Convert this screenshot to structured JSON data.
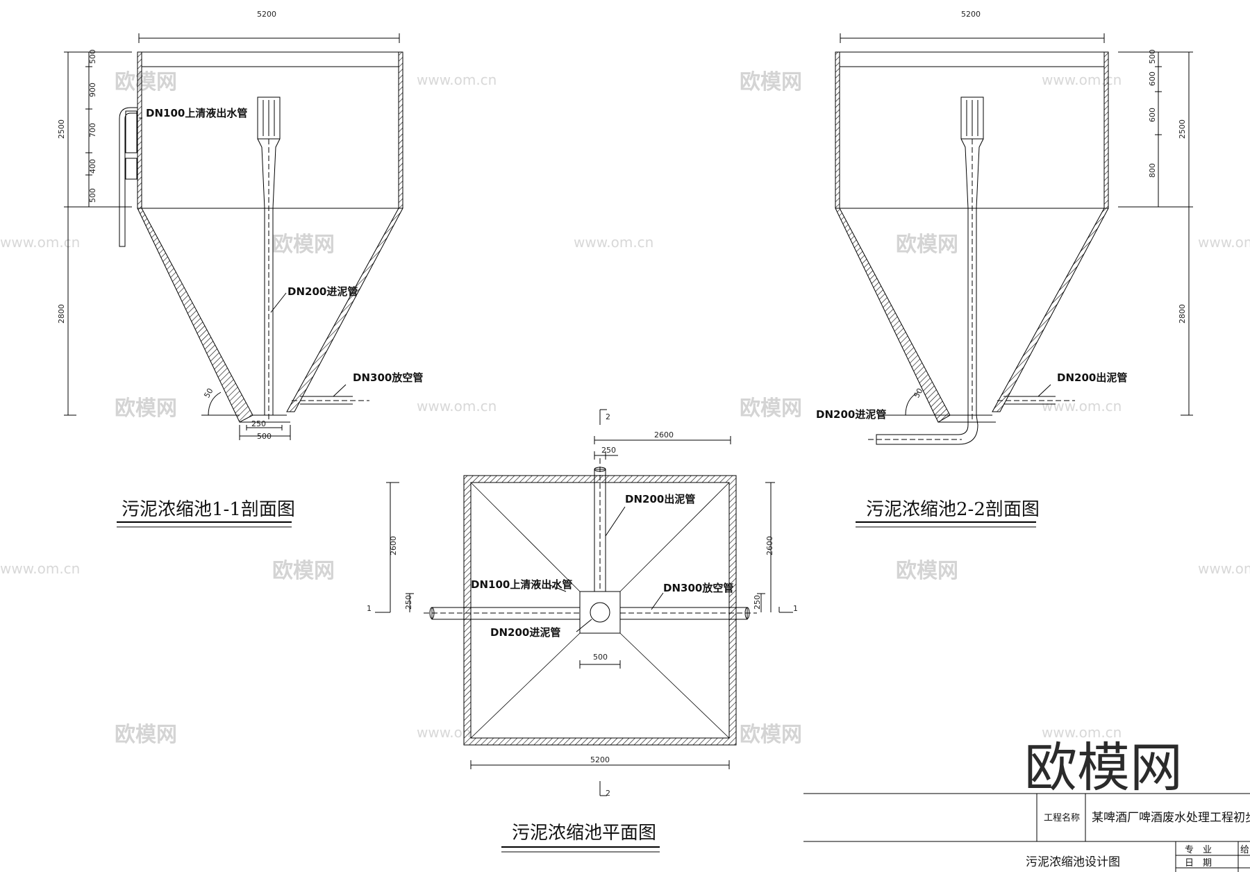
{
  "watermark": {
    "brand": "欧模网",
    "url": "www.om.cn",
    "brand_large": "欧模网"
  },
  "section_1_1": {
    "title": "污泥浓缩池1-1剖面图",
    "top_width": "5200",
    "left_dims": [
      "500",
      "900",
      "700",
      "400",
      "500"
    ],
    "total_upper": "2500",
    "total_lower": "2800",
    "bottom_250": "250",
    "bottom_500": "500",
    "angle": "50",
    "labels": {
      "overflow": "DN100上清液出水管",
      "inlet": "DN200进泥管",
      "drain": "DN300放空管"
    }
  },
  "section_2_2": {
    "title": "污泥浓缩池2-2剖面图",
    "top_width": "5200",
    "right_dims": [
      "500",
      "600",
      "600",
      "800"
    ],
    "total_upper": "2500",
    "total_lower": "2800",
    "angle": "50",
    "labels": {
      "outlet": "DN200出泥管",
      "inlet": "DN200进泥管"
    }
  },
  "plan": {
    "title": "污泥浓缩池平面图",
    "section_mark_2": "2",
    "section_mark_1": "1",
    "top_dim": "2600",
    "pipe_dim": "250",
    "left_dim": "2600",
    "left_pipe_dim": "250",
    "right_dim": "2600",
    "right_pipe_dim": "250",
    "box_dim": "500",
    "bottom_dim": "5200",
    "labels": {
      "outlet": "DN200出泥管",
      "overflow": "DN100上清液出水管",
      "drain": "DN300放空管",
      "inlet": "DN200进泥管"
    }
  },
  "title_block": {
    "project_label": "工程名称",
    "project_name": "某啤酒厂啤酒废水处理工程初步",
    "drawing_name": "污泥浓缩池设计图",
    "discipline_label": "专　业",
    "date_label": "日　期",
    "discipline_value": "给"
  }
}
